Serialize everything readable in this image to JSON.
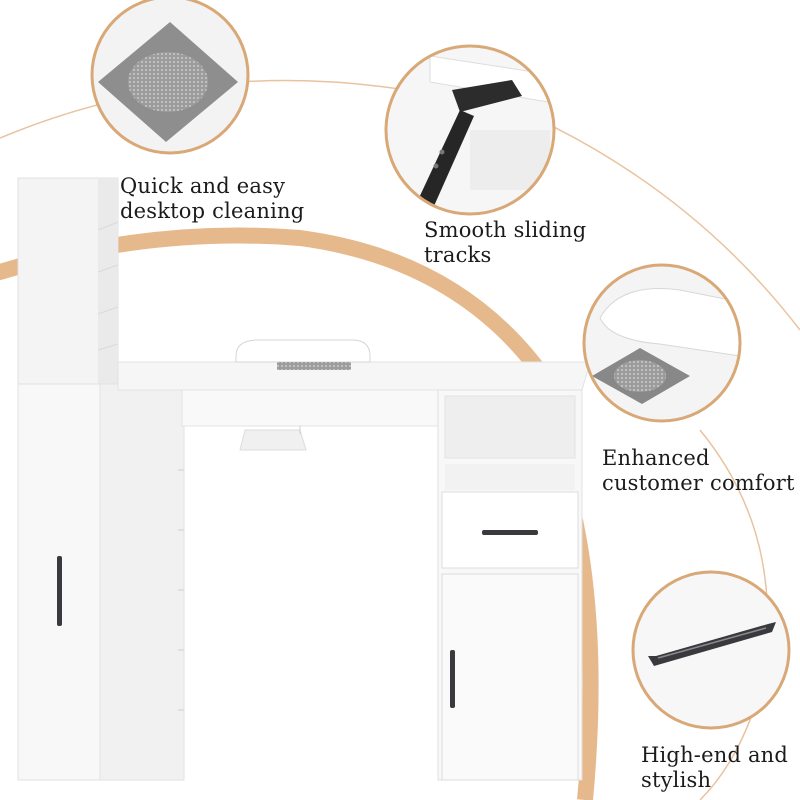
{
  "colors": {
    "accent_arc": "#E6B98C",
    "circle_ring": "#D9A877",
    "table_white": "#FBFBFB",
    "handle_dark": "#3A3A3E"
  },
  "callouts": [
    {
      "lines": [
        "Quick and easy",
        "desktop cleaning"
      ]
    },
    {
      "lines": [
        "Smooth sliding",
        "tracks"
      ]
    },
    {
      "lines": [
        "Enhanced",
        "customer comfort"
      ]
    },
    {
      "lines": [
        "High-end and",
        "stylish"
      ]
    }
  ]
}
